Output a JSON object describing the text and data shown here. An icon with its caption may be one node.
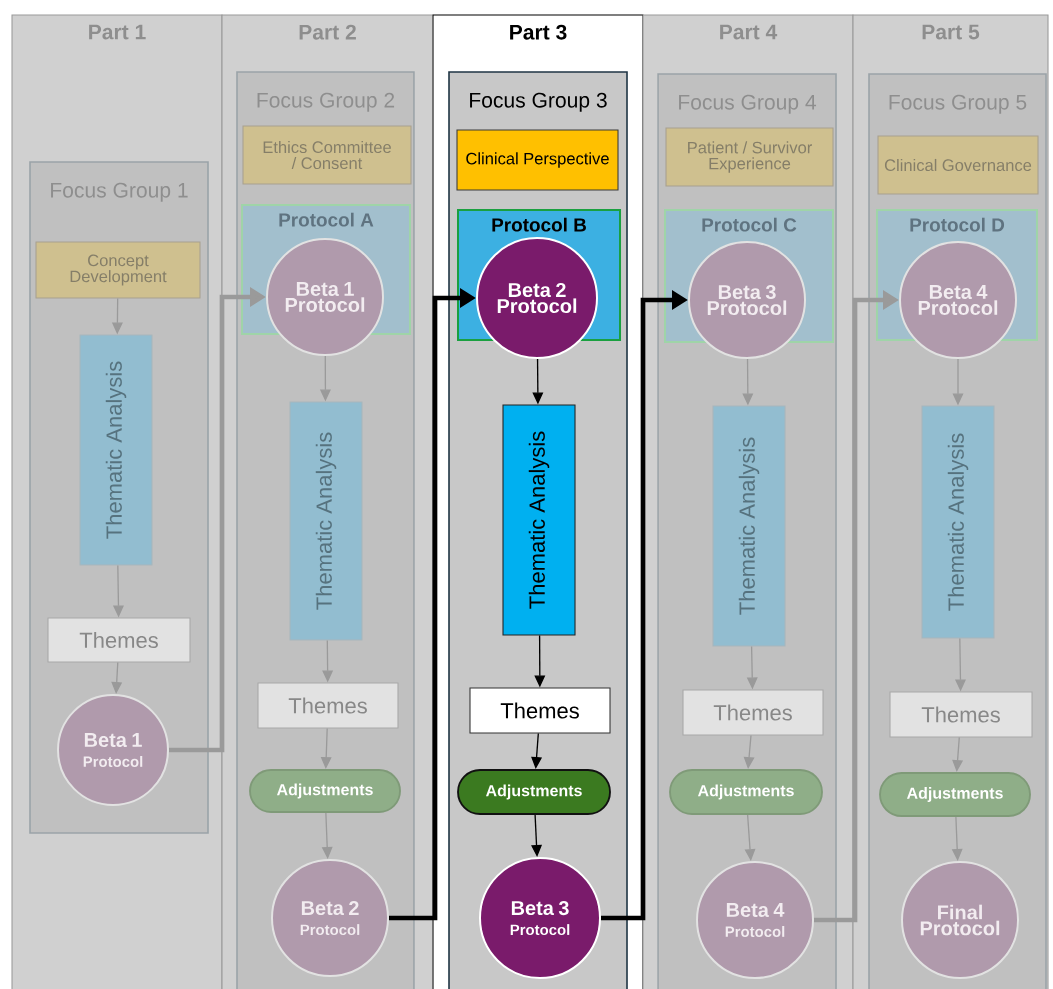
{
  "diagram": {
    "nodes": [
      {
        "text": [
          "Part 1"
        ]
      },
      {
        "text": [
          "Focus Group 1"
        ],
        "in": 0
      },
      {
        "text": [
          "Concept Development"
        ],
        "in": 1
      },
      {
        "text": [
          "Thematic Analysis"
        ],
        "in": 1
      },
      {
        "text": [
          "Themes"
        ],
        "in": 1
      },
      {
        "text": [
          "Beta 1",
          "Protocol"
        ],
        "in": 1
      },
      {
        "text": [
          "Part 2"
        ]
      },
      {
        "text": [
          "Focus Group 2"
        ],
        "in": 6
      },
      {
        "text": [
          "Ethics Committee / Consent"
        ],
        "in": 7
      },
      {
        "text": [
          "Protocol A"
        ],
        "in": 7
      },
      {
        "text": [
          "Beta 1 Protocol"
        ],
        "in": 9
      },
      {
        "text": [
          "Thematic Analysis"
        ],
        "in": 7
      },
      {
        "text": [
          "Themes"
        ],
        "in": 7
      },
      {
        "text": [
          "Adjustments"
        ],
        "in": 7
      },
      {
        "text": [
          "Beta 2",
          "Protocol"
        ],
        "in": 7
      },
      {
        "text": [
          "Part 3"
        ]
      },
      {
        "text": [
          "Focus Group 3"
        ],
        "in": 15
      },
      {
        "text": [
          "Clinical Perspective"
        ],
        "in": 16
      },
      {
        "text": [
          "Protocol B"
        ],
        "in": 16
      },
      {
        "text": [
          "Beta 2 Protocol"
        ],
        "in": 18
      },
      {
        "text": [
          "Thematic Analysis"
        ],
        "in": 16
      },
      {
        "text": [
          "Themes"
        ],
        "in": 16
      },
      {
        "text": [
          "Adjustments"
        ],
        "in": 16
      },
      {
        "text": [
          "Beta 3",
          "Protocol"
        ],
        "in": 16
      },
      {
        "text": [
          "Part 4"
        ]
      },
      {
        "text": [
          "Focus Group 4"
        ],
        "in": 24
      },
      {
        "text": [
          "Patient / Survivor Experience"
        ],
        "in": 25
      },
      {
        "text": [
          "Protocol C"
        ],
        "in": 25
      },
      {
        "text": [
          "Beta 3 Protocol"
        ],
        "in": 27
      },
      {
        "text": [
          "Thematic Analysis"
        ],
        "in": 25
      },
      {
        "text": [
          "Themes"
        ],
        "in": 25
      },
      {
        "text": [
          "Adjustments"
        ],
        "in": 25
      },
      {
        "text": [
          "Beta 4",
          "Protocol"
        ],
        "in": 25
      },
      {
        "text": [
          "Part 5"
        ]
      },
      {
        "text": [
          "Focus Group 5"
        ],
        "in": 33
      },
      {
        "text": [
          "Clinical Governance"
        ],
        "in": 34
      },
      {
        "text": [
          "Protocol D"
        ],
        "in": 34
      },
      {
        "text": [
          "Beta 4 Protocol"
        ],
        "in": 36
      },
      {
        "text": [
          "Thematic Analysis"
        ],
        "in": 34
      },
      {
        "text": [
          "Themes"
        ],
        "in": 34
      },
      {
        "text": [
          "Adjustments"
        ],
        "in": 34
      },
      {
        "text": [
          "Final Protocol"
        ],
        "in": 34
      }
    ],
    "edges": [
      {
        "from": 2,
        "to": 3,
        "arrow": "to"
      },
      {
        "from": 3,
        "to": 4,
        "arrow": "to"
      },
      {
        "from": 4,
        "to": 5,
        "arrow": "to"
      },
      {
        "from": 5,
        "to": 10,
        "arrow": "to",
        "style": "thick"
      },
      {
        "from": 10,
        "to": 11,
        "arrow": "to"
      },
      {
        "from": 11,
        "to": 12,
        "arrow": "to"
      },
      {
        "from": 12,
        "to": 13,
        "arrow": "to"
      },
      {
        "from": 13,
        "to": 14,
        "arrow": "to"
      },
      {
        "from": 14,
        "to": 19,
        "arrow": "to",
        "style": "thick",
        "color": "#000000"
      },
      {
        "from": 19,
        "to": 20,
        "arrow": "to",
        "color": "#000000"
      },
      {
        "from": 20,
        "to": 21,
        "arrow": "to",
        "color": "#000000"
      },
      {
        "from": 21,
        "to": 22,
        "arrow": "to",
        "color": "#000000"
      },
      {
        "from": 22,
        "to": 23,
        "arrow": "to",
        "color": "#000000"
      },
      {
        "from": 23,
        "to": 28,
        "arrow": "to",
        "style": "thick",
        "color": "#000000"
      },
      {
        "from": 28,
        "to": 29,
        "arrow": "to"
      },
      {
        "from": 29,
        "to": 30,
        "arrow": "to"
      },
      {
        "from": 30,
        "to": 31,
        "arrow": "to"
      },
      {
        "from": 31,
        "to": 32,
        "arrow": "to"
      },
      {
        "from": 32,
        "to": 37,
        "arrow": "to",
        "style": "thick"
      },
      {
        "from": 37,
        "to": 38,
        "arrow": "to"
      },
      {
        "from": 38,
        "to": 39,
        "arrow": "to"
      },
      {
        "from": 39,
        "to": 40,
        "arrow": "to"
      },
      {
        "from": 40,
        "to": 41,
        "arrow": "to"
      }
    ]
  }
}
